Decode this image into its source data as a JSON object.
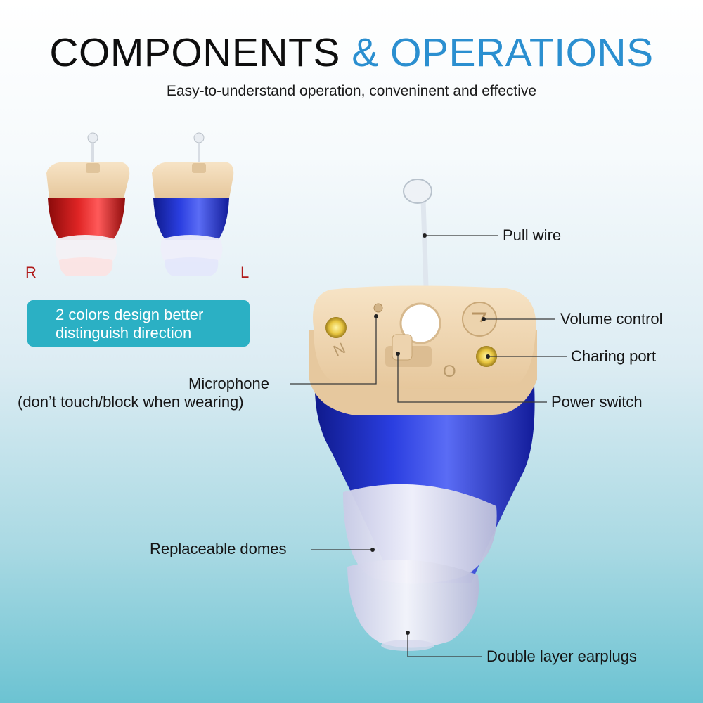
{
  "header": {
    "title_part1": "COMPONENTS",
    "title_part2": "& OPERATIONS",
    "subtitle": "Easy-to-understand operation, conveninent and effective"
  },
  "variants": {
    "right_label": "R",
    "left_label": "L",
    "badge_line1": "2 colors design better",
    "badge_line2": "distinguish direction"
  },
  "callouts": {
    "pull_wire": "Pull wire",
    "volume_control": "Volume control",
    "charging_port": "Charing port",
    "microphone": "Microphone",
    "microphone_note": "(don’t touch/block when wearing)",
    "power_switch": "Power switch",
    "domes": "Replaceable domes",
    "earplugs": "Double layer earplugs"
  },
  "colors": {
    "title_accent": "#2b8fd0",
    "badge_bg": "#2bb0c4",
    "side_label": "#b01a1a",
    "shell_blue": "#1e2fc8",
    "shell_red": "#d01818",
    "faceplate": "#f1d8b4"
  }
}
